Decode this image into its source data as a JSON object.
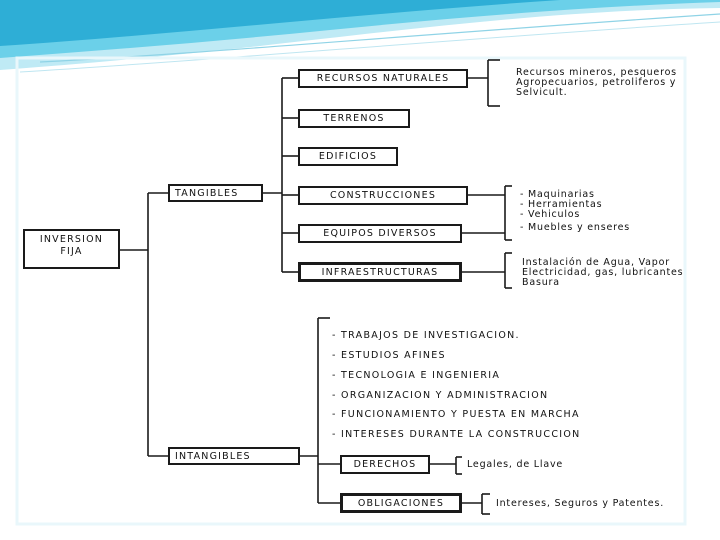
{
  "colors": {
    "header_wave_light": "#bfeaf5",
    "header_wave_mid": "#5ccbe6",
    "header_wave_dark": "#1aa3cf",
    "line": "#1a1a1a",
    "frame": "#e9f7fb"
  },
  "root": {
    "line1": "INVERSION",
    "line2": "FIJA"
  },
  "groups": {
    "tangibles": "TANGIBLES",
    "intangibles": "INTANGIBLES"
  },
  "tangible_items": [
    "RECURSOS NATURALES",
    "TERRENOS",
    "EDIFICIOS",
    "CONSTRUCCIONES",
    "EQUIPOS DIVERSOS",
    "INFRAESTRUCTURAS"
  ],
  "notes": {
    "recursos": [
      "Recursos mineros, pesqueros",
      "Agropecuarios, petroliferos y",
      "Selvicult."
    ],
    "equipos": [
      "- Maquinarias",
      "- Herramientas",
      "- Vehiculos",
      "- Muebles y enseres"
    ],
    "infra": [
      "Instalación de Agua, Vapor",
      "Electricidad, gas, lubricantes",
      "Basura"
    ],
    "derechos": "Legales, de Llave",
    "obligaciones": "Intereses, Seguros y Patentes."
  },
  "intangible_items": [
    "- TRABAJOS DE INVESTIGACION.",
    "- ESTUDIOS AFINES",
    "- TECNOLOGIA E INGENIERIA",
    "- ORGANIZACION Y ADMINISTRACION",
    "- FUNCIONAMIENTO Y PUESTA EN MARCHA",
    "- INTERESES DURANTE LA CONSTRUCCION"
  ],
  "intangible_boxes": {
    "derechos": "DERECHOS",
    "obligaciones": "OBLIGACIONES"
  }
}
